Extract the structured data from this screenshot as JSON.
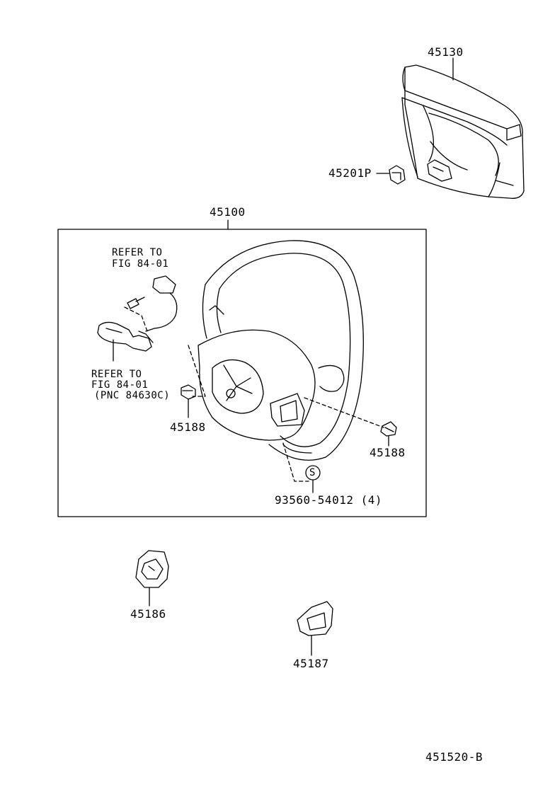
{
  "parts": {
    "p45130": "45130",
    "p45201p": "45201P",
    "p45100": "45100",
    "p45188_left": "45188",
    "p45188_right": "45188",
    "p45186": "45186",
    "p45187": "45187",
    "p93560": "93560-54012 (4)"
  },
  "refs": {
    "ref1_line1": "REFER TO",
    "ref1_line2": "FIG 84-01",
    "ref2_line1": "REFER TO",
    "ref2_line2": "FIG 84-01",
    "ref2_line3": "(PNC 84630C)"
  },
  "marks": {
    "screw_symbol": "S"
  },
  "figure_id": "451520-B"
}
